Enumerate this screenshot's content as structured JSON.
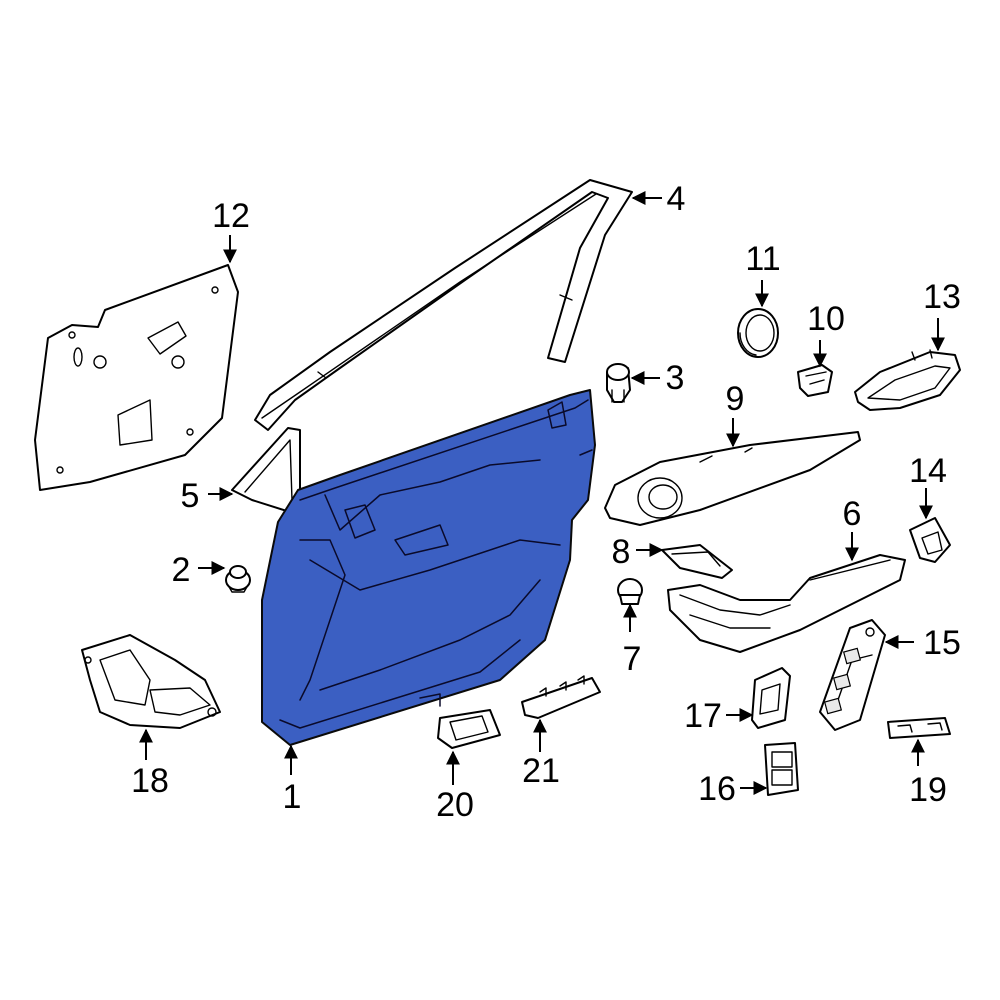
{
  "highlight_color": "#3b5fc2",
  "callouts": {
    "c1": "1",
    "c2": "2",
    "c3": "3",
    "c4": "4",
    "c5": "5",
    "c6": "6",
    "c7": "7",
    "c8": "8",
    "c9": "9",
    "c10": "10",
    "c11": "11",
    "c12": "12",
    "c13": "13",
    "c14": "14",
    "c15": "15",
    "c16": "16",
    "c17": "17",
    "c18": "18",
    "c19": "19",
    "c20": "20",
    "c21": "21"
  }
}
